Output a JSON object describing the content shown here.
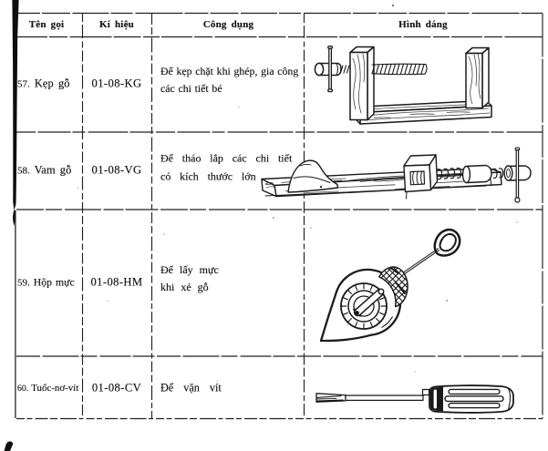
{
  "document": {
    "kind": "scanned printed table of woodworking tools",
    "language": "Vietnamese",
    "ink_color": "#1b1b1b",
    "paper_color": "#ffffff",
    "table": {
      "headers": [
        "Tên gọi",
        "Kí hiệu",
        "Công dụng",
        "Hình dáng"
      ],
      "rows": [
        {
          "number": "57.",
          "name": "Kẹp gỗ",
          "code": "01-08-KG",
          "usage": "Để kẹp chặt khi ghép, gia công các chi tiết bé",
          "figure": "wood-clamp-drawing"
        },
        {
          "number": "58.",
          "name": "Vam gỗ",
          "code": "01-08-VG",
          "usage": "Để tháo lắp các chi tiết có kích thước lớn",
          "figure": "wood-vise-drawing"
        },
        {
          "number": "59.",
          "name": "Hộp mực",
          "code": "01-08-HM",
          "usage": "Để lấy mực khi xẻ gỗ",
          "figure": "ink-pot-drawing"
        },
        {
          "number": "60.",
          "name": "Tuốc-nơ-vít",
          "code": "01-08-CV",
          "usage": "Để vặn vít",
          "figure": "screwdriver-drawing"
        }
      ]
    }
  }
}
